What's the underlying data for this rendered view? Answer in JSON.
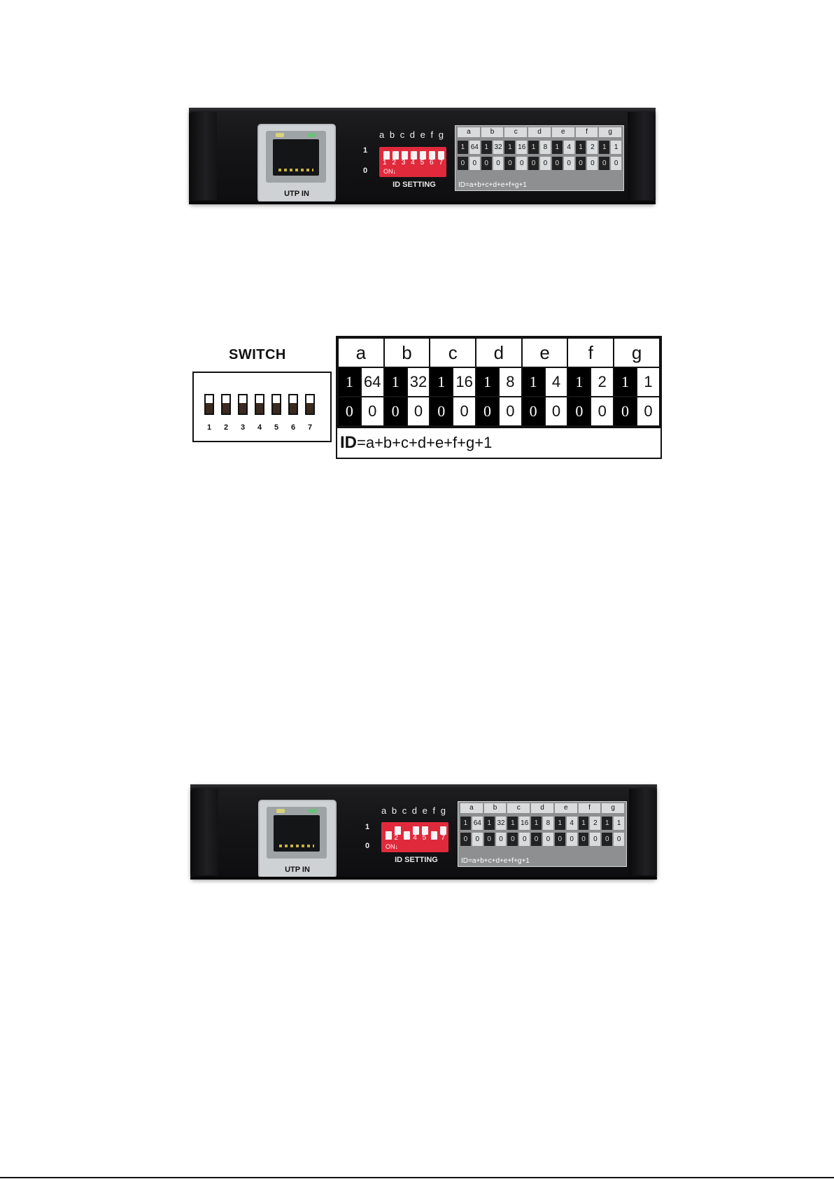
{
  "device_labels": {
    "port": "UTP IN",
    "id_setting": "ID SETTING",
    "on_marker": "ON↓",
    "row_one": "1",
    "row_zero": "0",
    "formula": "ID=a+b+c+d+e+f+g+1"
  },
  "switch_letters": [
    "a",
    "b",
    "c",
    "d",
    "e",
    "f",
    "g"
  ],
  "switch_numbers": [
    "1",
    "2",
    "3",
    "4",
    "5",
    "6",
    "7"
  ],
  "weights": [
    "64",
    "32",
    "16",
    "8",
    "4",
    "2",
    "1"
  ],
  "zero_value": "0",
  "diagram": {
    "switch_title": "SWITCH",
    "formula_bold": "ID",
    "formula_rest": "=a+b+c+d+e+f+g+1"
  },
  "colors": {
    "dip_red": "#e02a3c",
    "device_black": "#151517"
  },
  "photo1_switch_positions": [
    "up",
    "up",
    "up",
    "up",
    "up",
    "up",
    "up"
  ],
  "photo2_switch_positions": [
    "down",
    "up",
    "down",
    "up",
    "up",
    "down",
    "up"
  ]
}
